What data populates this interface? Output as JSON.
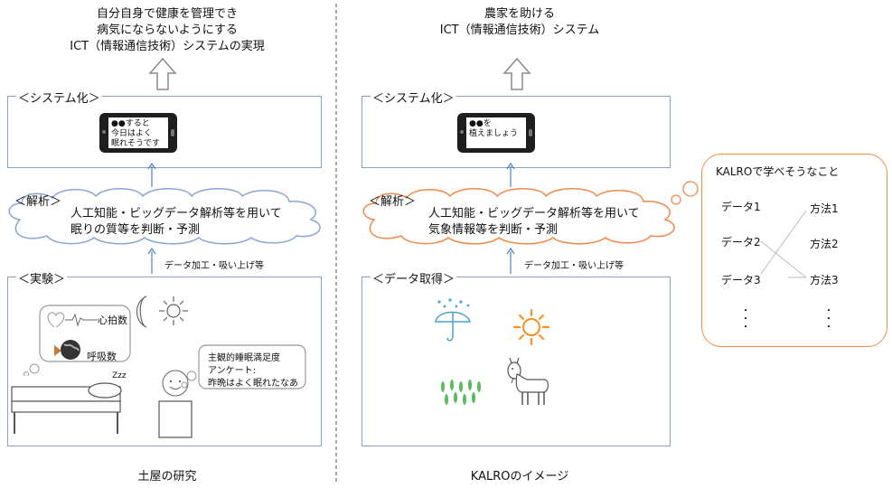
{
  "left": {
    "goal_lines": [
      "自分自身で健康を管理でき",
      "病気にならないようにする",
      "ICT（情報通信技術）システムの実現"
    ],
    "system_tag": "＜システム化＞",
    "phone_lines": [
      "●●すると",
      "今日はよく",
      "眠れそうです"
    ],
    "analysis_tag": "＜解析＞",
    "analysis_lines": [
      "人工知能・ビッグデータ解析等を用いて",
      "眠りの質等を判断・予測"
    ],
    "data_arrow_label": "データ加工・吸い上げ等",
    "experiment_tag": "＜実験＞",
    "heart_label": "心拍数",
    "breath_label": "呼吸数",
    "zzz": "Zzz",
    "survey_lines": [
      "主観的睡眠満足度",
      "アンケート:",
      "昨晩はよく眠れたなあ"
    ],
    "caption": "土屋の研究"
  },
  "right": {
    "goal_lines": [
      "農家を助ける",
      "ICT（情報通信技術）システム"
    ],
    "system_tag": "＜システム化＞",
    "phone_lines": [
      "●●を",
      "植えましょう"
    ],
    "analysis_tag": "＜解析＞",
    "analysis_lines": [
      "人工知能・ビッグデータ解析等を用いて",
      "気象情報等を判断・予測"
    ],
    "data_arrow_label": "データ加工・吸い上げ等",
    "data_tag": "＜データ取得＞",
    "caption": "KALROのイメージ"
  },
  "kalro": {
    "title": "KALROで学べそうなこと",
    "data_items": [
      "データ1",
      "データ2",
      "データ3"
    ],
    "method_items": [
      "方法1",
      "方法2",
      "方法3"
    ],
    "ellipsis": "・\n・\n・"
  },
  "colors": {
    "box_border": "#8aa0c4",
    "cloud_blue": "#8aa6d6",
    "cloud_orange": "#f08a4b",
    "arrow_blue": "#4f81bd",
    "sun": "#f79326",
    "rain_blue": "#4aa3c8",
    "grass": "#5cb85c"
  }
}
